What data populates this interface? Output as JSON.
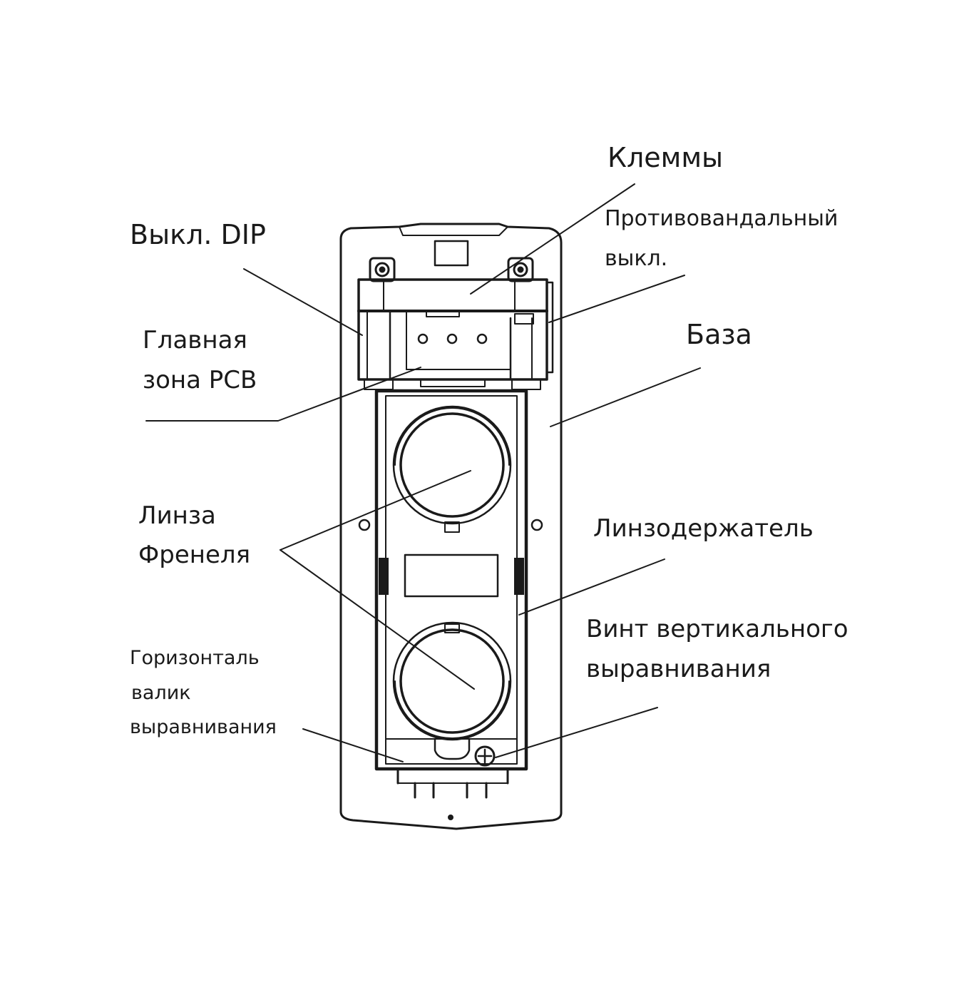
{
  "labels": {
    "klemmy": "Клеммы",
    "antivandal_line1": "Противовандальный",
    "antivandal_line2": "выкл.",
    "dip": "Выкл. DIP",
    "main_pcb_line1": "Главная",
    "main_pcb_line2": "зона PCB",
    "base": "База",
    "fresnel_line1": "Линза",
    "fresnel_line2": "Френеля",
    "lens_holder": "Линзодержатель",
    "vertical_line1": "Винт вертикального",
    "vertical_line2": "выравнивания",
    "horizontal_line1": "Горизонталь",
    "horizontal_line2": "валик",
    "horizontal_line3": "выравнивания"
  },
  "colors": {
    "line": "#1a1a1a",
    "background": "#ffffff"
  }
}
